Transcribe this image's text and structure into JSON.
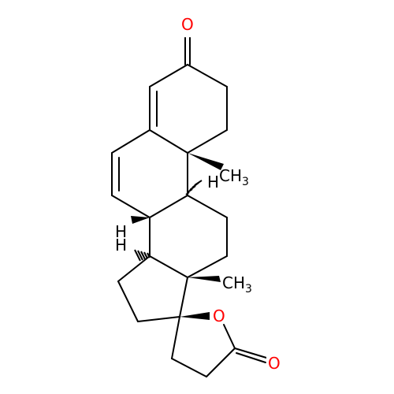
{
  "colors": {
    "bond": "#000000",
    "oxygen": "#ff0000",
    "background": "#ffffff"
  },
  "atoms": {
    "o_ketone": "O",
    "o_ring": "O",
    "o_lactone": "O",
    "me_top_C": "C",
    "me_top_H": "H",
    "me_top_n": "3",
    "me_mid_C": "C",
    "me_mid_H": "H",
    "me_mid_n": "3",
    "h_upper": "H",
    "h_left": "H",
    "h_lower": "H"
  }
}
